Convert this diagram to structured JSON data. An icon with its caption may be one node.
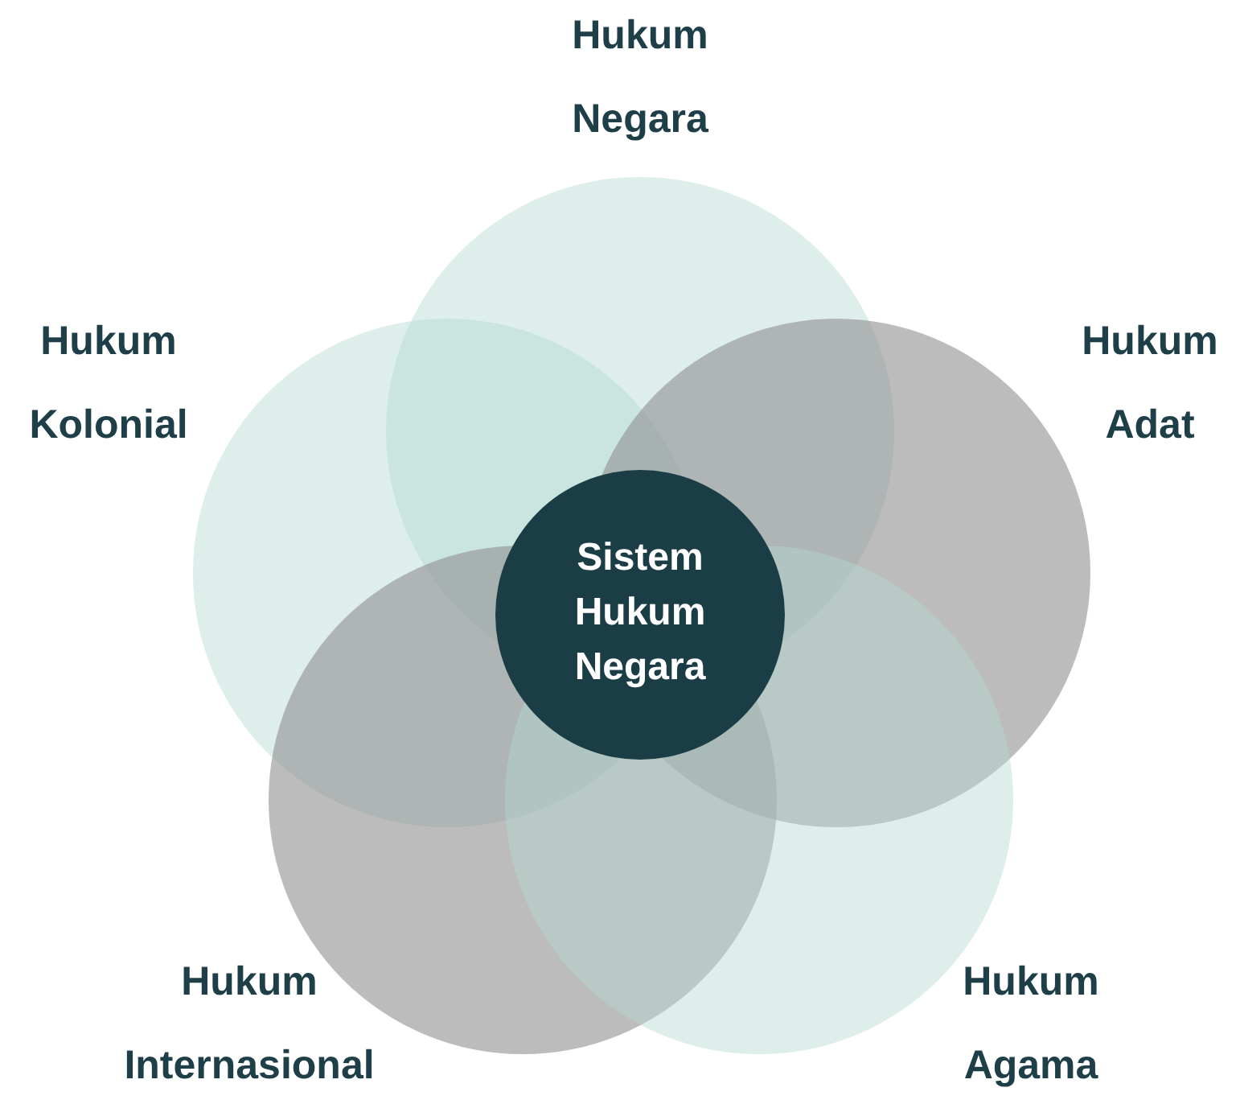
{
  "diagram": {
    "nodes": [
      {
        "text": [
          "Hukum Negara"
        ]
      },
      {
        "text": [
          "Hukum Kolonial"
        ]
      },
      {
        "text": [
          "Hukum Adat"
        ]
      },
      {
        "text": [
          "Sistem Hukum Negara"
        ]
      },
      {
        "text": [
          "Hukum Internasional"
        ]
      },
      {
        "text": [
          "Hukum Agama"
        ]
      }
    ]
  }
}
